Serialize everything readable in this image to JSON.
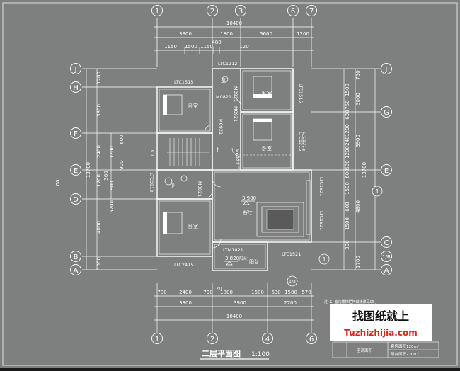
{
  "axes_top": [
    "1",
    "2",
    "3",
    "6",
    "7"
  ],
  "axes_bottom": [
    "1",
    "2",
    "4",
    "6"
  ],
  "axes_left": [
    "J",
    "H",
    "F",
    "E",
    "D",
    "B",
    "A"
  ],
  "axes_right": [
    "J",
    "G",
    "E",
    "C",
    "A",
    "1/B"
  ],
  "dims_top_total": "10400",
  "dims_top_row1": [
    "3800",
    "1800",
    "3600",
    "1200"
  ],
  "dims_top_row2": [
    "1150",
    "1500",
    "1150",
    "480",
    "120"
  ],
  "dims_bottom_row1": [
    "700",
    "2400",
    "700",
    "120",
    "1800",
    "1680",
    "630",
    "1500",
    "570"
  ],
  "dims_bottom_row2": [
    "3800",
    "3900",
    "2700"
  ],
  "dims_bottom_total": "10400",
  "dims_left_total": "13700",
  "dims_left_row": [
    "1200",
    "3300",
    "2400",
    "1200",
    "900",
    "5200",
    "4000",
    "1000"
  ],
  "dims_left_small": [
    "600",
    "1200",
    "900",
    "360"
  ],
  "dims_right_total": "13700",
  "dims_right_row": [
    "750",
    "3000",
    "3900",
    "4800",
    "300",
    "1700"
  ],
  "dims_right_small": [
    "1500",
    "750",
    "630",
    "1200",
    "240",
    "1200",
    "630",
    "600",
    "1500",
    "600",
    "1500"
  ],
  "window_labels": [
    "LTC1212",
    "LTC1515",
    "LTC1515",
    "LTC1215",
    "LTC1215",
    "LTC0912",
    "LTC1521",
    "LTC1521",
    "LTC1521",
    "LTC2415",
    "LTM1821"
  ],
  "door_labels": [
    "M0821",
    "M0921",
    "M0921",
    "M0921",
    "M0921",
    "M0821"
  ],
  "room_labels": [
    "卧室",
    "卧室",
    "卧室",
    "卧室",
    "客厅",
    "阳台",
    "卫",
    "卫"
  ],
  "stair_labels": [
    "C1",
    "下"
  ],
  "elevations": [
    "3.900",
    "3.820"
  ],
  "elevation_note": "(阳台)",
  "detail_marks": [
    "1",
    "1",
    "1/2"
  ],
  "left_edge_mark": "00",
  "note_text": "注: 1. 室内楼梯栏杆做法详见05 J",
  "title": "二层平面图",
  "scale": "1:100",
  "watermark": {
    "title": "找图纸就上",
    "url": "Tuzhizhijia.com"
  },
  "stamp_row1": "套房面积120m²",
  "stamp_row2": "阳台面积2200 t",
  "stamp_label": "空调面积",
  "colors": {
    "background": "#7d807f",
    "line": "#ffffff",
    "frame": "#c8c8c8",
    "watermark_bg": "#ffffff",
    "watermark_title": "#111111",
    "watermark_url": "#cc2b1d"
  }
}
